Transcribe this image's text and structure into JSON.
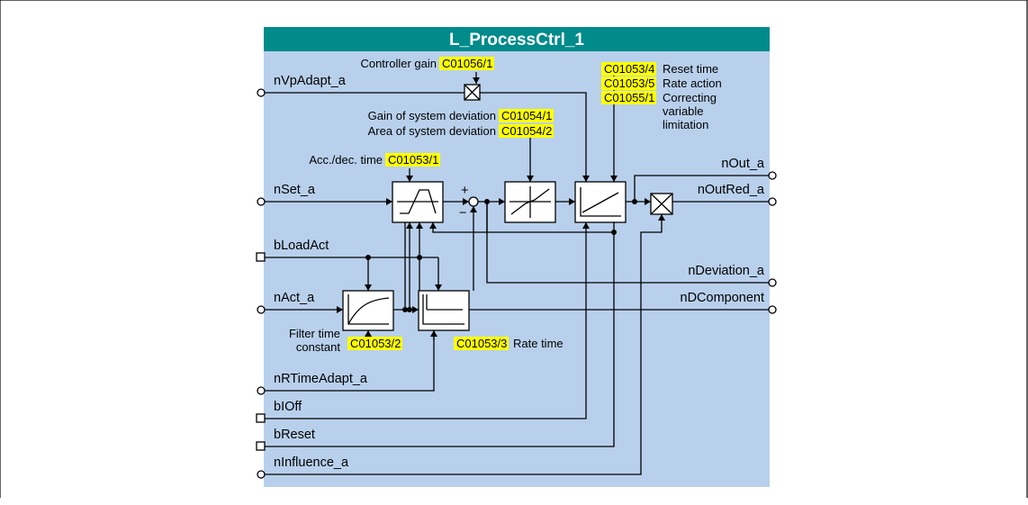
{
  "block": {
    "title": "L_ProcessCtrl_1",
    "colors": {
      "header": "#008B8B",
      "body": "#B8D0EC",
      "code_highlight": "#FFFF00"
    }
  },
  "inputs": {
    "nVpAdapt_a": "nVpAdapt_a",
    "nSet_a": "nSet_a",
    "bLoadAct": "bLoadAct",
    "nAct_a": "nAct_a",
    "nRTimeAdapt_a": "nRTimeAdapt_a",
    "bIOff": "bIOff",
    "bReset": "bReset",
    "nInfluence_a": "nInfluence_a"
  },
  "outputs": {
    "nOut_a": "nOut_a",
    "nOutRed_a": "nOutRed_a",
    "nDeviation_a": "nDeviation_a",
    "nDComponent": "nDComponent"
  },
  "params": {
    "gain": {
      "label": "Controller gain",
      "code": "C01056/1"
    },
    "reset_time": {
      "code": "C01053/4",
      "label": "Reset time"
    },
    "rate_action": {
      "code": "C01053/5",
      "label": "Rate action"
    },
    "limitation": {
      "code": "C01055/1",
      "label1": "Correcting",
      "label2": "variable",
      "label3": "limitation"
    },
    "gain_dev": {
      "label": "Gain of system deviation",
      "code": "C01054/1"
    },
    "area_dev": {
      "label": "Area of system deviation",
      "code": "C01054/2"
    },
    "acc_dec": {
      "label": "Acc./dec. time",
      "code": "C01053/1"
    },
    "filter": {
      "label1": "Filter time",
      "label2": "constant",
      "code": "C01053/2"
    },
    "rate_time": {
      "code": "C01053/3",
      "label": "Rate time"
    }
  },
  "symbols": {
    "plus": "+",
    "minus": "−"
  },
  "icons": [
    "multiply-icon",
    "ramp-icon",
    "deadband-icon",
    "pid-icon",
    "lowpass-icon",
    "differentiator-icon",
    "summing-junction-icon"
  ]
}
